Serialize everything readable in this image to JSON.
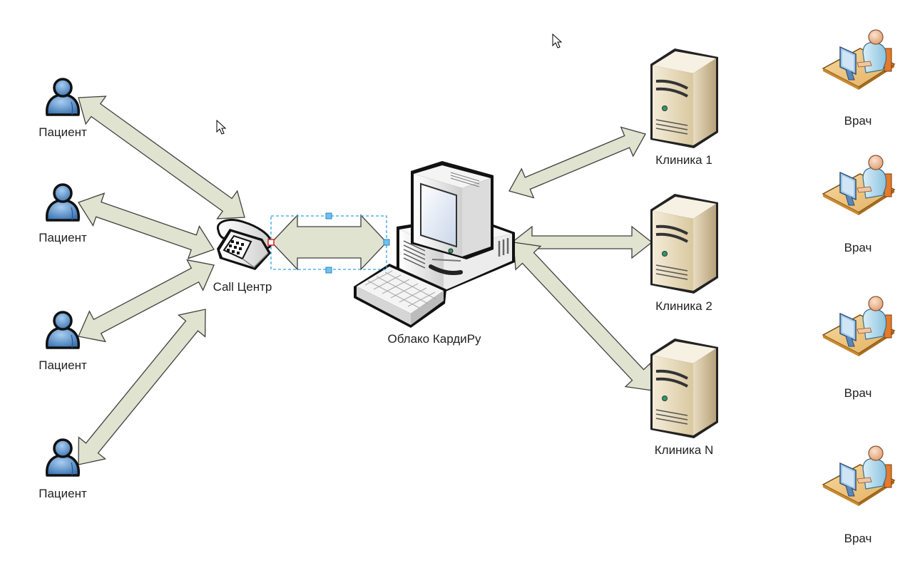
{
  "diagram": {
    "colors": {
      "arrow_fill": "#dfe3cf",
      "arrow_stroke": "#404040",
      "person_fill": "#5b8fc7",
      "selection": "#2aa3e0",
      "server_fill": "#e6d8b8"
    },
    "patients": [
      {
        "label": "Пациент"
      },
      {
        "label": "Пациент"
      },
      {
        "label": "Пациент"
      },
      {
        "label": "Пациент"
      }
    ],
    "call_center": {
      "label": "Call Центр",
      "icon": "telephone-icon"
    },
    "cloud": {
      "label": "Облако КардиРу",
      "icon": "computer-icon"
    },
    "clinics": [
      {
        "label": "Клиника 1",
        "icon": "server-icon"
      },
      {
        "label": "Клиника 2",
        "icon": "server-icon"
      },
      {
        "label": "Клиника N",
        "icon": "server-icon"
      }
    ],
    "doctors": [
      {
        "label": "Врач",
        "icon": "doctor-workstation-icon"
      },
      {
        "label": "Врач",
        "icon": "doctor-workstation-icon"
      },
      {
        "label": "Врач",
        "icon": "doctor-workstation-icon"
      },
      {
        "label": "Врач",
        "icon": "doctor-workstation-icon"
      }
    ],
    "connections": [
      {
        "from": "Пациент 1",
        "to": "Call Центр",
        "type": "bidirectional"
      },
      {
        "from": "Пациент 2",
        "to": "Call Центр",
        "type": "bidirectional"
      },
      {
        "from": "Пациент 3",
        "to": "Call Центр",
        "type": "bidirectional"
      },
      {
        "from": "Пациент 4",
        "to": "Call Центр",
        "type": "bidirectional"
      },
      {
        "from": "Call Центр",
        "to": "Облако КардиРу",
        "type": "bidirectional",
        "selected": true
      },
      {
        "from": "Облако КардиРу",
        "to": "Клиника 1",
        "type": "bidirectional"
      },
      {
        "from": "Облако КардиРу",
        "to": "Клиника 2",
        "type": "bidirectional"
      },
      {
        "from": "Облако КардиРу",
        "to": "Клиника N",
        "type": "bidirectional"
      }
    ]
  }
}
